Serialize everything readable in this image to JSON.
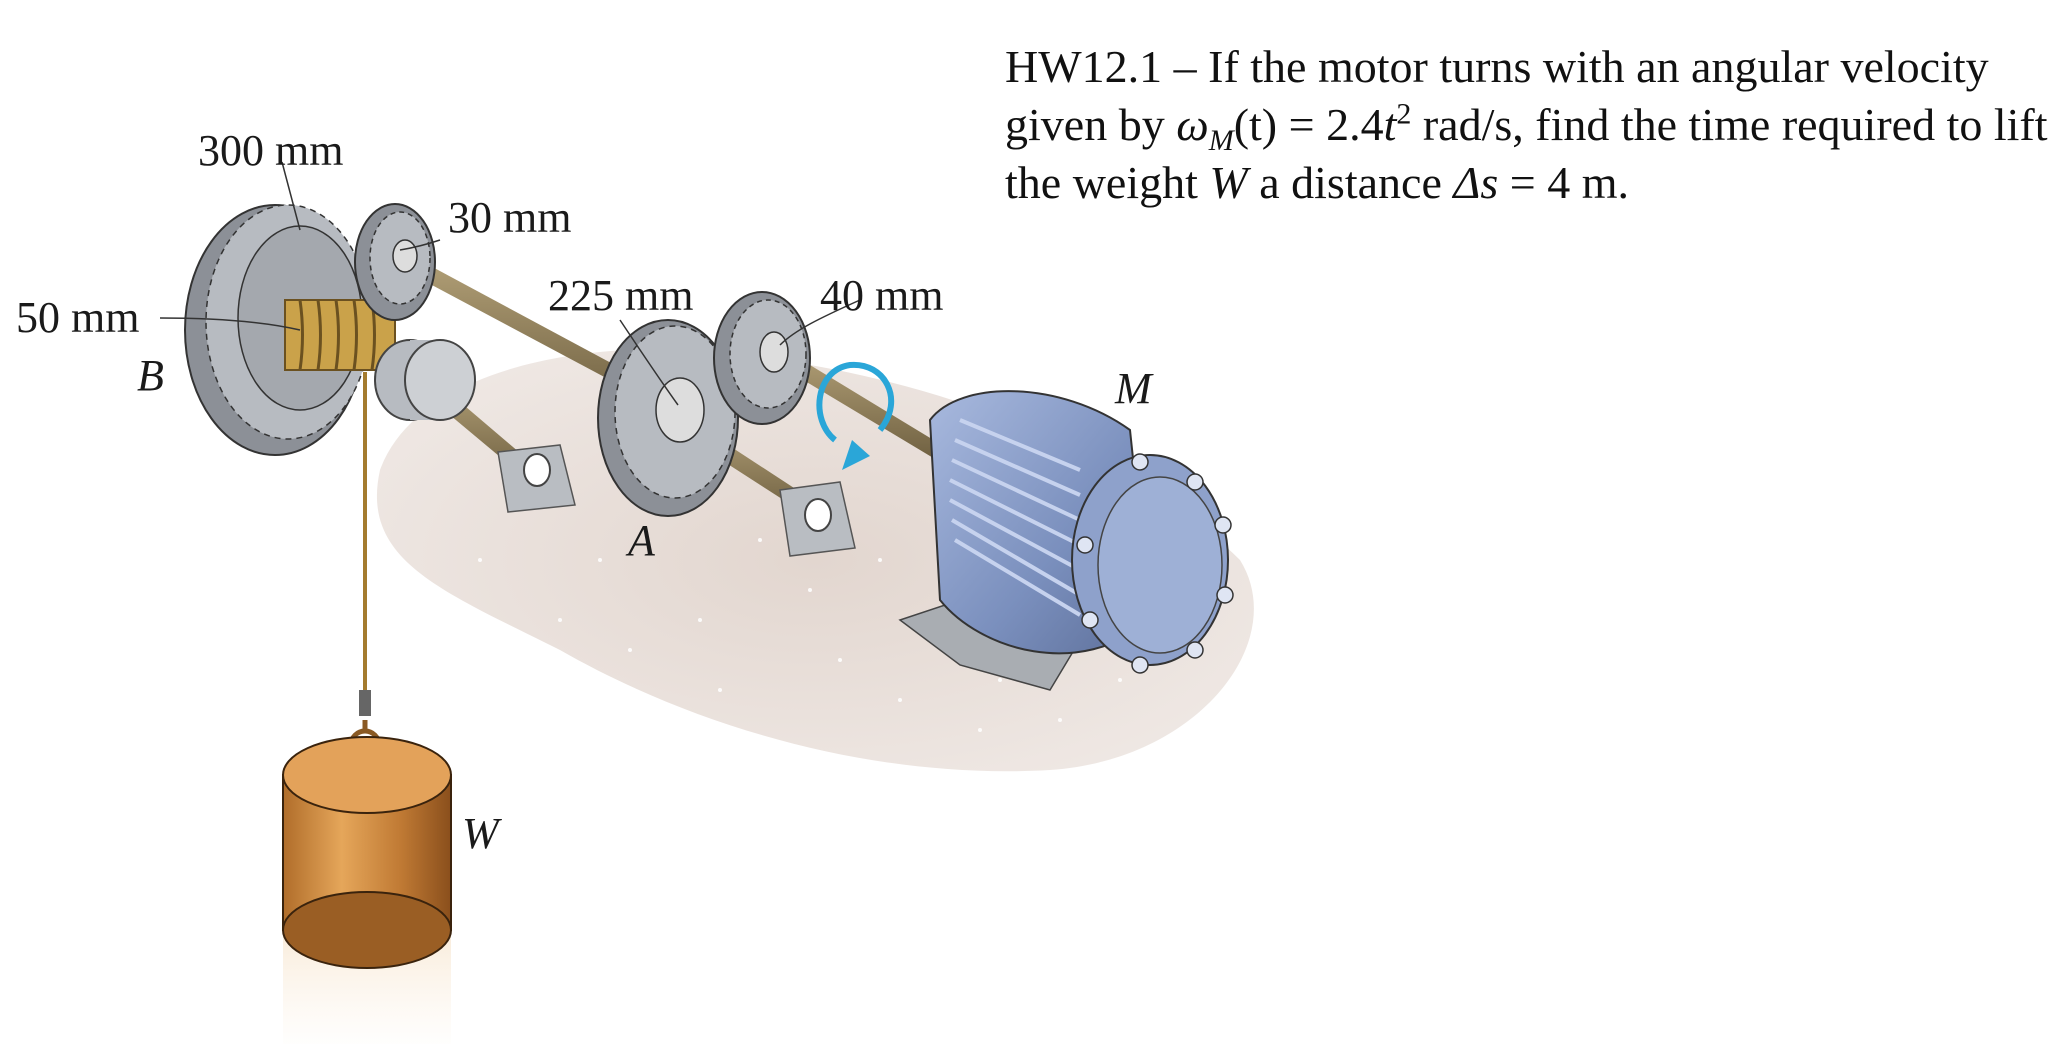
{
  "problem": {
    "id": "HW12.1",
    "dash": " – ",
    "text_1": "If the motor turns with an angular velocity given by ",
    "omega": "ω",
    "omega_sub": "M",
    "omega_arg": "(t)",
    "equals": " = ",
    "coeff": "2.4",
    "t_var": "t",
    "t_exp": "2",
    "unit": " rad/s",
    "text_2": ", find the time required to lift the weight ",
    "weight_symbol": "W",
    "text_3": " a distance ",
    "delta_s": "Δs",
    "distance": "4",
    "distance_unit": " m."
  },
  "labels": {
    "r300": "300 mm",
    "r30": "30 mm",
    "r50": "50 mm",
    "r225": "225 mm",
    "r40": "40 mm",
    "gear_B": "B",
    "gear_A": "A",
    "motor": "M",
    "weight": "W"
  },
  "colors": {
    "gear": "#9a9fa6",
    "shaft": "#8a7a58",
    "motor": "#7f94c2",
    "weight": "#c98a3f",
    "rotation_arrow": "#2aa6d8",
    "floor": "#e6dcd6"
  }
}
